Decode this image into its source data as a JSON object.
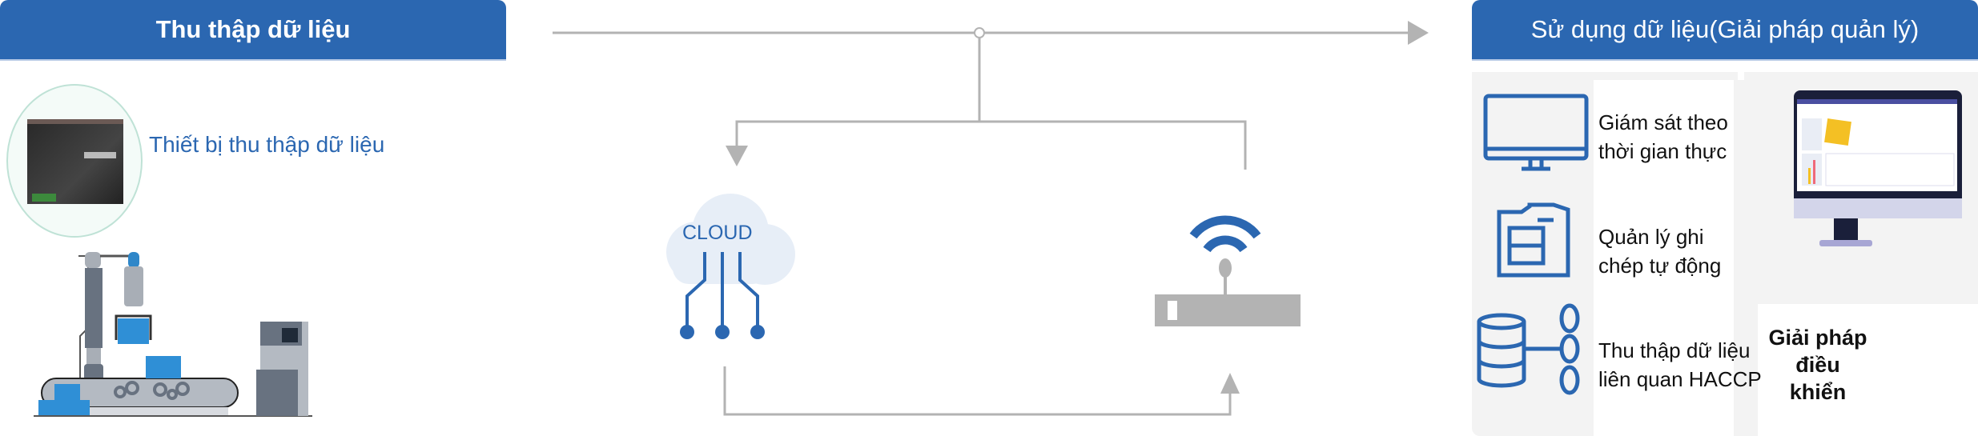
{
  "collect": {
    "title": "Thu thập dữ liệu",
    "device_label": "Thiết bị thu thập dữ liệu"
  },
  "flow": {
    "cloud_label": "CLOUD"
  },
  "use": {
    "title": "Sử dụng dữ liệu(Giải pháp quản lý)",
    "features": [
      {
        "line1": "Giám sát theo",
        "line2": "thời gian thực",
        "icon": "monitor-icon"
      },
      {
        "line1": "Quản lý ghi",
        "line2": "chép tự động",
        "icon": "file-cabinet-icon"
      },
      {
        "line1": "Thu thập dữ liệu",
        "line2": "liên quan HACCP",
        "icon": "database-icon"
      }
    ],
    "control": {
      "line1": "Giải pháp",
      "line2": "điều khiển"
    }
  },
  "colors": {
    "brand": "#2b67b1",
    "line": "#b3b3b3",
    "panel": "#f3f3f3"
  }
}
